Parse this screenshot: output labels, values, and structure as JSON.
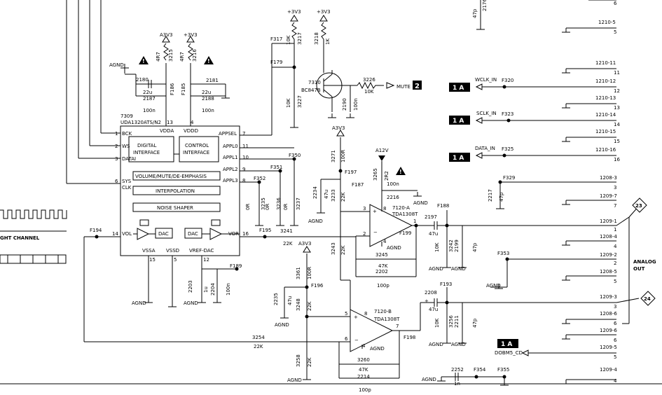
{
  "ic": {
    "ref": "7309",
    "part": "UDA1320ATS/N2",
    "vdda": "VDDA",
    "vddd": "VDDD",
    "pins_left": [
      {
        "num": "1",
        "name": "BCK"
      },
      {
        "num": "2",
        "name": "WS"
      },
      {
        "num": "3",
        "name": "DATAI"
      },
      {
        "num": "6",
        "name": "SYS"
      },
      {
        "num": "",
        "name": "CLK"
      },
      {
        "num": "14",
        "name": "VOL"
      }
    ],
    "pins_right": [
      {
        "num": "7",
        "name": "APPSEL"
      },
      {
        "num": "11",
        "name": "APPL0"
      },
      {
        "num": "10",
        "name": "APPL1"
      },
      {
        "num": "9",
        "name": "APPL2"
      },
      {
        "num": "8",
        "name": "APPL3"
      },
      {
        "num": "16",
        "name": "VOR"
      }
    ],
    "pins_top": [
      "13",
      "4"
    ],
    "pins_bottom": [
      {
        "num": "15",
        "name": "VSSA"
      },
      {
        "num": "5",
        "name": "VSSD"
      },
      {
        "num": "12",
        "name": "VREF-DAC"
      }
    ],
    "blocks": {
      "digital": [
        "DIGITAL",
        "INTERFACE"
      ],
      "control": [
        "CONTROL",
        "INTERFACE"
      ],
      "volume": "VOLUME/MUTE/DE-EMPHASIS",
      "interp": "INTERPOLATION",
      "noise": "NOISE SHAPER",
      "dac": "DAC"
    }
  },
  "rails": {
    "a3v3": "A3V3",
    "p3v3": "+3V3",
    "a12v": "A12V",
    "agnd": "AGND"
  },
  "left": {
    "channel": "GHT CHANNEL"
  },
  "components": {
    "r3215": [
      "3215",
      "4R7"
    ],
    "r3216": [
      "3216",
      "4R7"
    ],
    "c2180": [
      "2180",
      "22u"
    ],
    "c2187": [
      "2187",
      "100n"
    ],
    "c2181": [
      "2181",
      "22u"
    ],
    "c2188": [
      "2188",
      "100n"
    ],
    "r3217": [
      "3217",
      "10K"
    ],
    "r3218": [
      "3218",
      "1K"
    ],
    "r3227": [
      "3227",
      "10K"
    ],
    "q7310": [
      "7310",
      "BC847B"
    ],
    "r3226": [
      "3226",
      "10K"
    ],
    "c2190": [
      "2190",
      "100n"
    ],
    "r3271": [
      "3271",
      "100R"
    ],
    "r3265": [
      "3265",
      "2R2"
    ],
    "c2216": [
      "2216",
      "100n"
    ],
    "c2234": [
      "2234",
      "47u"
    ],
    "r3233": [
      "3233",
      "22K"
    ],
    "r3235": [
      "3235",
      "0R"
    ],
    "r3236": [
      "3236",
      "0R"
    ],
    "r3237": [
      "3237",
      "0R"
    ],
    "op_a": [
      "7120-A",
      "TDA1308T"
    ],
    "c2197": [
      "2197",
      "47u"
    ],
    "r3242": [
      "3242",
      "10K"
    ],
    "c2199": [
      "2199",
      "47p"
    ],
    "r3245": [
      "3245",
      "47K"
    ],
    "c2202": [
      "2202",
      "100p"
    ],
    "r3243": [
      "3243",
      "22K"
    ],
    "r3241": [
      "3241",
      "22K"
    ],
    "r3361": [
      "3361",
      "100R"
    ],
    "c2203": [
      "2203",
      "1u"
    ],
    "c2204": [
      "2204",
      "100n"
    ],
    "c2235": [
      "2235",
      "47u"
    ],
    "r3248": [
      "3248",
      "22K"
    ],
    "op_b": [
      "7120-B",
      "TDA1308T"
    ],
    "r3254": [
      "3254",
      "22K"
    ],
    "c2208": [
      "2208",
      "47u"
    ],
    "r3256": [
      "3256",
      "10K"
    ],
    "c2211": [
      "2211",
      "47p"
    ],
    "r3258": [
      "3258",
      "22K"
    ],
    "r3260": [
      "3260",
      "47K"
    ],
    "c2214": [
      "2214",
      "100p"
    ],
    "c2252": [
      "2252",
      "1n"
    ],
    "c2217": [
      "2217",
      "47p"
    ],
    "c2176": [
      "2176",
      "47p"
    ]
  },
  "test_points": {
    "f186": "F186",
    "f185": "F185",
    "f317": "F317",
    "f179": "F179",
    "f350": "F350",
    "f351": "F351",
    "f352": "F352",
    "f197": "F197",
    "f187": "F187",
    "f188": "F188",
    "f199": "F199",
    "f194": "F194",
    "f195": "F195",
    "f189": "F189",
    "f196": "F196",
    "f198": "F198",
    "f193": "F193",
    "f353": "F353",
    "f320": "F320",
    "f323": "F323",
    "f325": "F325",
    "f329": "F329",
    "f354": "F354",
    "f355": "F355"
  },
  "signals": {
    "mute": "MUTE",
    "mute_ref": "2",
    "wclk": "WCLK_IN",
    "sclk": "SCLK_IN",
    "data": "DATA_IN",
    "dobm5": "DOBM5_CD",
    "page_ref": "1 A",
    "analog_out": [
      "ANALOG",
      "OUT"
    ],
    "marker_23": "23",
    "marker_24": "24"
  },
  "connectors": [
    {
      "ref": "1210-5",
      "pin": "5"
    },
    {
      "ref": "1210-11",
      "pin": "11"
    },
    {
      "ref": "1210-12",
      "pin": "12"
    },
    {
      "ref": "1210-13",
      "pin": "13"
    },
    {
      "ref": "1210-14",
      "pin": "14"
    },
    {
      "ref": "1210-15",
      "pin": "15"
    },
    {
      "ref": "1210-16",
      "pin": "16"
    },
    {
      "ref": "1208-3",
      "pin": "3"
    },
    {
      "ref": "1209-7",
      "pin": "7"
    },
    {
      "ref": "1209-1",
      "pin": "1"
    },
    {
      "ref": "1208-4",
      "pin": "4"
    },
    {
      "ref": "1209-2",
      "pin": "2"
    },
    {
      "ref": "1208-5",
      "pin": "5"
    },
    {
      "ref": "1209-3",
      "pin": "3"
    },
    {
      "ref": "1208-6",
      "pin": "6"
    },
    {
      "ref": "1209-6",
      "pin": "6"
    },
    {
      "ref": "1209-5",
      "pin": "5"
    },
    {
      "ref": "1209-4",
      "pin": "4"
    }
  ],
  "top_stub": "6"
}
